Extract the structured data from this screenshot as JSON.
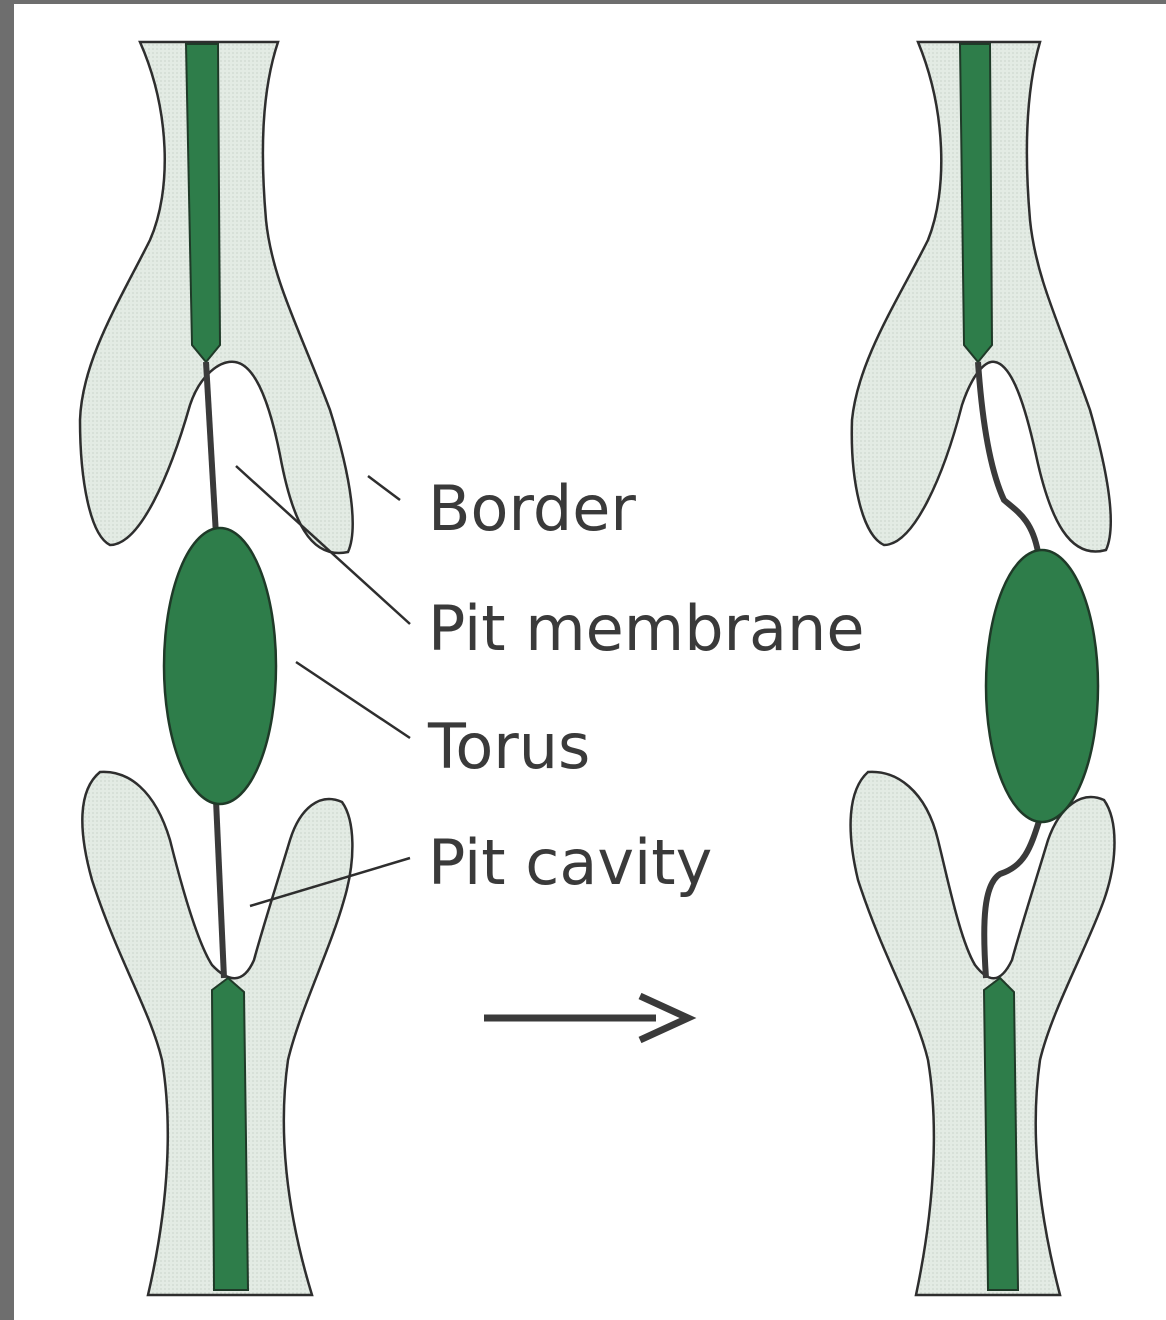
{
  "labels": {
    "border": "Border",
    "pit_membrane": "Pit membrane",
    "torus": "Torus",
    "pit_cavity": "Pit cavity"
  },
  "colors": {
    "wall_fill": "#dde6de",
    "wall_stroke": "#2e2e2e",
    "middle_lamella": "#2e7d4a",
    "torus": "#2e7d4a",
    "membrane": "#3a3a3a",
    "arrow": "#3a3a3a",
    "frame": "#6e6e6e"
  },
  "panels": [
    "open-pit",
    "aspirated-pit"
  ]
}
